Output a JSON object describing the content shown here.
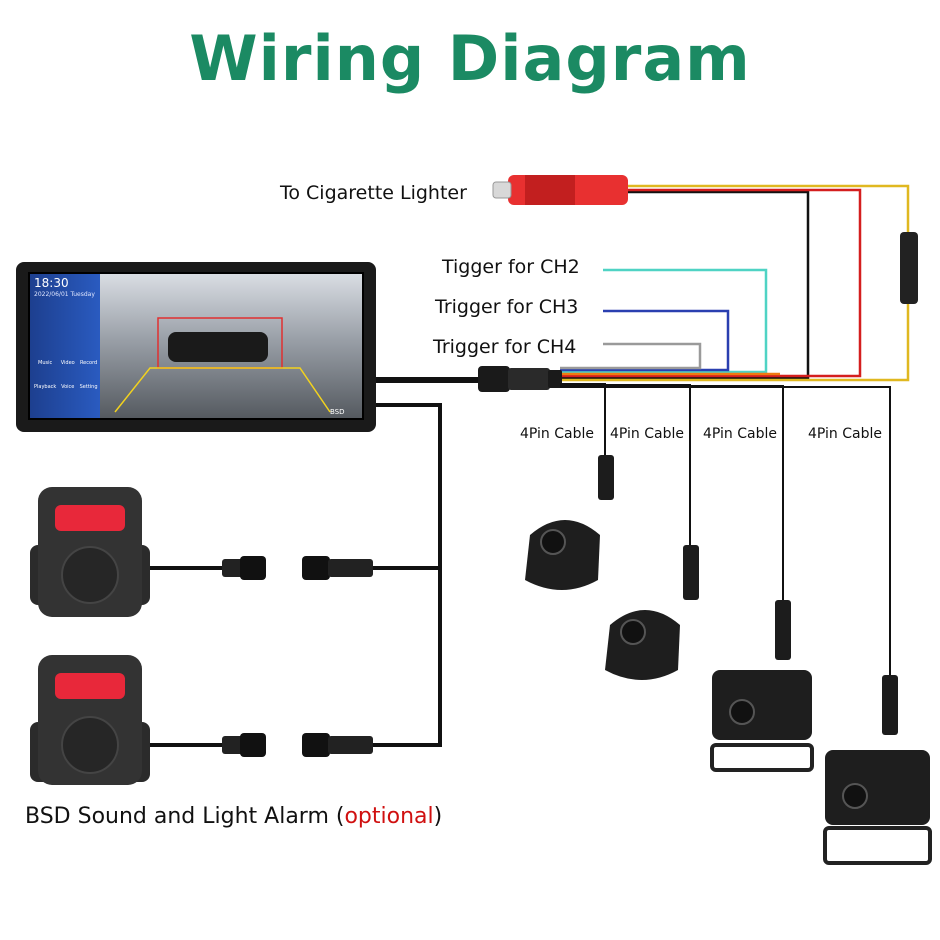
{
  "title": "Wiring Diagram",
  "colors": {
    "title": "#1b8a63",
    "wire_black": "#111111",
    "wire_red": "#d41e1e",
    "wire_yellow": "#e0b820",
    "wire_orange": "#f07a10",
    "wire_ch2": "#4fd3c4",
    "wire_ch3": "#2a3fb0",
    "wire_ch4": "#9a9a9a",
    "alarm_light": "#e8283a",
    "plug_red": "#e83030"
  },
  "labels": {
    "cigarette": "To Cigarette Lighter",
    "ch2": "Tigger for CH2",
    "ch3": "Trigger for CH3",
    "ch4": "Trigger for CH4",
    "cable": "4Pin Cable",
    "alarm_main": "BSD Sound and Light Alarm (",
    "alarm_optional": "optional",
    "alarm_close": ")"
  },
  "monitor": {
    "time": "18:30",
    "date": "2022/06/01 Tuesday",
    "apps": [
      "Music",
      "Video",
      "Record",
      "Playback",
      "Voice",
      "Setting"
    ],
    "status": "BSD"
  }
}
